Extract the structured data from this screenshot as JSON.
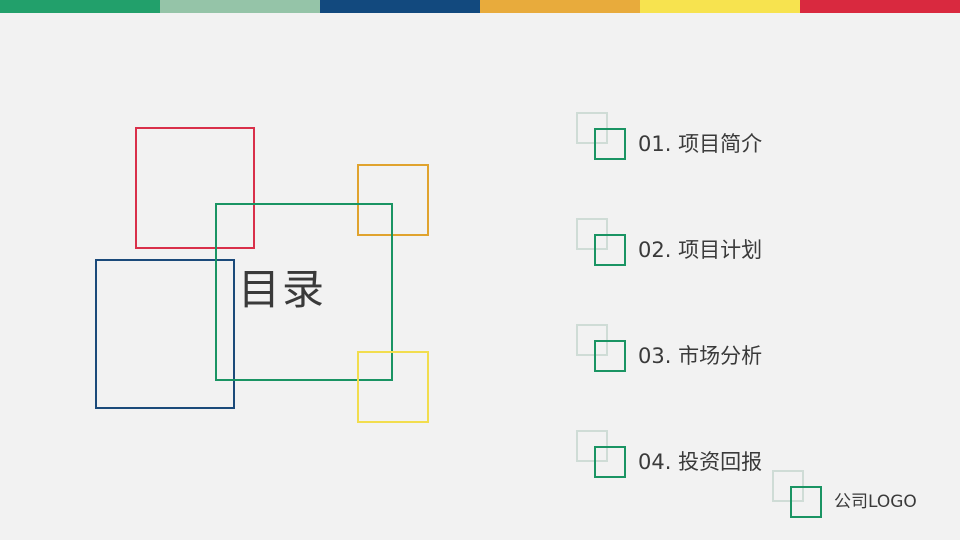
{
  "slide": {
    "title": "目录",
    "background_color": "#f2f2f2"
  },
  "topbar": {
    "segments": [
      {
        "name": "segment-green",
        "color": "#22a06b",
        "width": 160
      },
      {
        "name": "segment-sage",
        "color": "#95c4a8",
        "width": 160
      },
      {
        "name": "segment-navy",
        "color": "#12497e",
        "width": 160
      },
      {
        "name": "segment-orange",
        "color": "#e8ab3c",
        "width": 160
      },
      {
        "name": "segment-yellow",
        "color": "#f7e34f",
        "width": 160
      },
      {
        "name": "segment-red",
        "color": "#d9293f",
        "width": 160
      }
    ]
  },
  "decoration": {
    "red_square_color": "#d9304a",
    "orange_square_color": "#e0a32e",
    "navy_square_color": "#1b4a7a",
    "green_square_color": "#1a9463",
    "yellow_square_color": "#f2dd4e"
  },
  "toc": {
    "items": [
      {
        "label": "01. 项目简介"
      },
      {
        "label": "02. 项目计划"
      },
      {
        "label": "03. 市场分析"
      },
      {
        "label": "04. 投资回报"
      }
    ],
    "marker_front_color": "#1a9463",
    "marker_back_color": "#cfdcd6"
  },
  "logo": {
    "text": "公司LOGO"
  }
}
